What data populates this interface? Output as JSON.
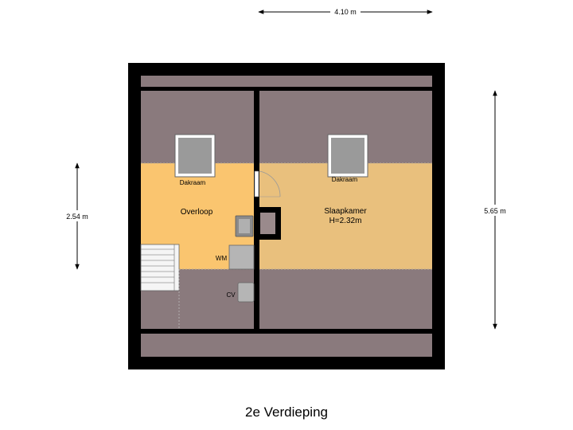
{
  "floor_title": "2e Verdieping",
  "dimensions": {
    "width": "4.10 m",
    "height": "5.65 m",
    "left": "2.54 m"
  },
  "rooms": {
    "landing": {
      "name": "Overloop"
    },
    "bedroom": {
      "name": "Slaapkamer",
      "height": "H=2.32m"
    }
  },
  "fixtures": {
    "skylight_left": "Dakraam",
    "skylight_right": "Dakraam",
    "washing_machine": "WM",
    "boiler": "CV"
  },
  "colors": {
    "wall": "#000000",
    "sloped_roof": "#8a7a7d",
    "landing_floor": "#fac56f",
    "bedroom_floor": "#e9c07d",
    "skylight_glass": "#9a9a9a"
  }
}
